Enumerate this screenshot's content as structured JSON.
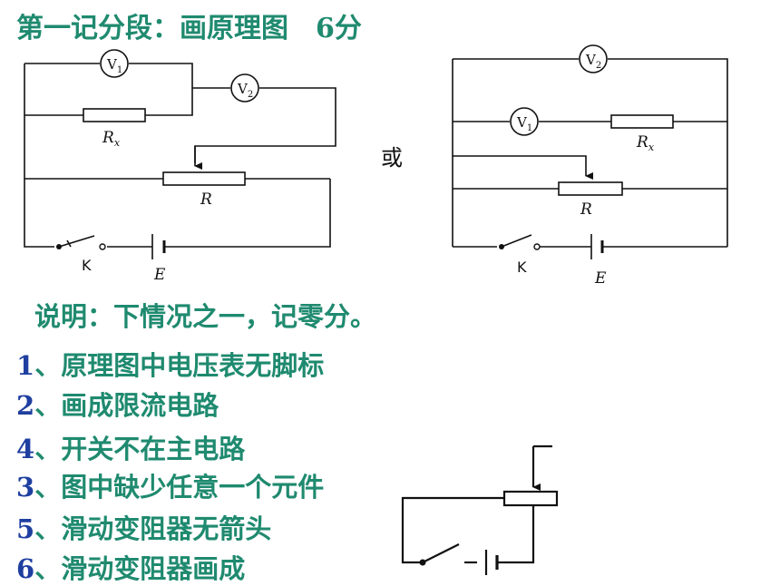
{
  "title": {
    "text": "第一记分段：画原理图",
    "score": "6分"
  },
  "circuit1": {
    "voltmeter_1": "V",
    "voltmeter_1_sub": "1",
    "voltmeter_2": "V",
    "voltmeter_2_sub": "2",
    "resistor_x": "R",
    "resistor_x_sub": "x",
    "rheostat": "R",
    "switch": "K",
    "battery": "E"
  },
  "or_text": "或",
  "circuit2": {
    "voltmeter_1": "V",
    "voltmeter_1_sub": "1",
    "voltmeter_2": "V",
    "voltmeter_2_sub": "2",
    "resistor_x": "R",
    "resistor_x_sub": "x",
    "rheostat": "R",
    "switch": "K",
    "battery": "E"
  },
  "note": "说明：下情况之一，记零分。",
  "rules": [
    {
      "num": "1",
      "text": "、原理图中电压表无脚标"
    },
    {
      "num": "2",
      "text": "、画成限流电路"
    },
    {
      "num": "4",
      "text": "、开关不在主电路"
    },
    {
      "num": "3",
      "text": "、图中缺少任意一个元件"
    },
    {
      "num": "5",
      "text": "、滑动变阻器无箭头"
    },
    {
      "num": "6",
      "text": "、滑动变阻器画成"
    }
  ]
}
